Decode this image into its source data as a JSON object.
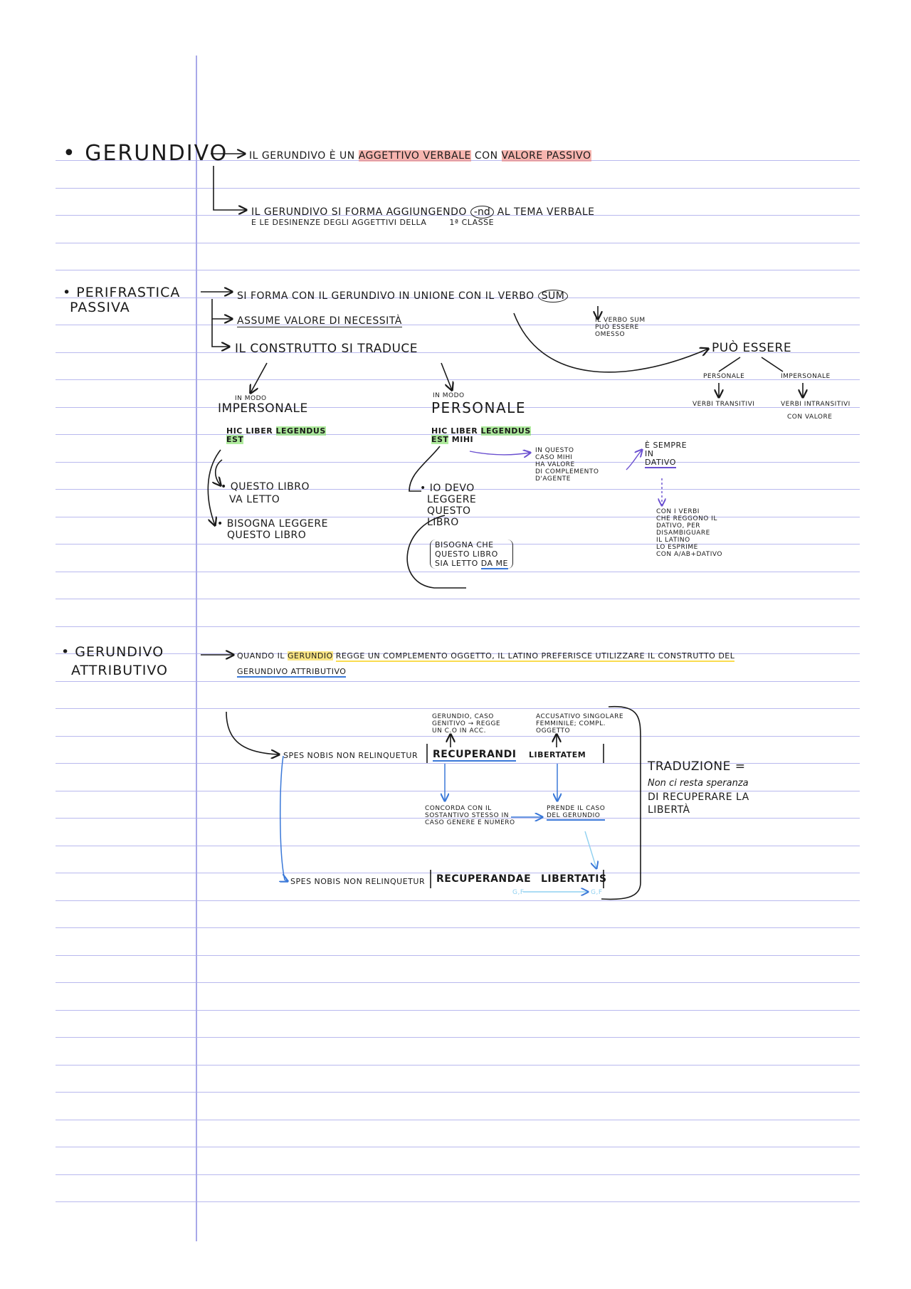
{
  "sections": {
    "gerundivo": {
      "title": "• GERUNDIVO",
      "line1_prefix": "IL GERUNDIVO È",
      "line1_un": "UN",
      "line1_hl1": "AGGETTIVO VERBALE",
      "line1_con": "CON",
      "line1_hl2": "VALORE PASSIVO",
      "line2_prefix": "IL GERUNDIVO SI FORMA AGGIUNGENDO",
      "line2_nd": "-nd",
      "line2_suffix": "AL TEMA VERBALE",
      "line3": "E LE DESINENZE DEGLI AGGETTIVI DELLA",
      "line3_classe": "1ª CLASSE"
    },
    "perifrastica": {
      "title_1": "• PERIFRASTICA",
      "title_2": "PASSIVA",
      "line1": "SI FORMA CON IL GERUNDIVO IN UNIONE CON IL VERBO",
      "sum": "SUM",
      "line2": "ASSUME VALORE DI NECESSITÀ",
      "line3": "IL CONSTRUTTO SI TRADUCE",
      "sum_note": [
        "IL VERBO SUM",
        "PUÒ ESSERE",
        "OMESSO"
      ],
      "puo_essere": "PUÒ ESSERE",
      "personale_small": "PERSONALE",
      "impersonale_small": "IMPERSONALE",
      "verbi_transitivi": "VERBI TRANSITIVI",
      "verbi_intransitivi": "VERBI INTRANSITIVI",
      "con_valore": "CON VALORE",
      "in_modo_1": "IN MODO",
      "impersonale": "IMPERSONALE",
      "in_modo_2": "IN MODO",
      "personale": "PERSONALE",
      "hic_liber_1": "HIC LIBER",
      "legendus_1": "LEGENDUS",
      "est_1": "EST",
      "hic_liber_2": "HIC LIBER",
      "legendus_2": "LEGENDUS",
      "est_2": "EST",
      "mihi": "MIHI",
      "questo_libro": [
        "• QUESTO LIBRO",
        "VA LETTO"
      ],
      "bisogna": [
        "• BISOGNA LEGGERE",
        "QUESTO LIBRO"
      ],
      "io_devo": [
        "• IO DEVO",
        "LEGGERE",
        "QUESTO",
        "LIBRO"
      ],
      "bisogna_che": [
        "BISOGNA CHE",
        "QUESTO LIBRO",
        "SIA LETTO"
      ],
      "da_me": "DA ME",
      "mihi_note": [
        "IN QUESTO",
        "CASO MIHI",
        "HA VALORE",
        "DI COMPLEMENTO",
        "D'AGENTE"
      ],
      "sempre": [
        "È SEMPRE",
        "IN"
      ],
      "dativo": "DATIVO",
      "verbi_note": [
        "CON I VERBI",
        "CHE REGGONO IL",
        "DATIVO, PER",
        "DISAMBIGUARE",
        "IL LATINO",
        "LO ESPRIME",
        "CON A/AB+DATIVO"
      ]
    },
    "attributivo": {
      "title_1": "• GERUNDIVO",
      "title_2": "ATTRIBUTIVO",
      "line1_a": "QUANDO IL",
      "line1_hl": "GERUNDIO",
      "line1_b": "REGGE UN COMPLEMENTO OGGETTO, IL LATINO PREFERISCE UTILIZZARE IL CONSTRUTTO DEL",
      "line2": "GERUNDIVO ATTRIBUTIVO",
      "note_gerundio": [
        "GERUNDIO, CASO",
        "GENITIVO → REGGE",
        "UN C.O IN ACC."
      ],
      "note_accusativo": [
        "ACCUSATIVO SINGOLARE",
        "FEMMINILE; COMPL.",
        "OGGETTO"
      ],
      "spes_1": "SPES NOBIS NON RELINQUETUR",
      "recuperandi": "RECUPERANDI",
      "libertatem": "LIBERTATEM",
      "note_concorda": [
        "CONCORDA CON IL",
        "SOSTANTIVO STESSO IN",
        "CASO GENERE E NUMERO"
      ],
      "note_prende": [
        "PRENDE IL CASO",
        "DEL GERUNDIO"
      ],
      "spes_2": "SPES NOBIS NON RELINQUETUR",
      "recuperandae": "RECUPERANDAE",
      "libertatis": "LIBERTATIS",
      "gf_1": "G,F",
      "gf_2": "G,F",
      "traduzione": "TRADUZIONE =",
      "trad_line1": "Non ci resta speranza",
      "trad_line2": "DI RECUPERARE LA",
      "trad_line3": "LIBERTÀ"
    }
  },
  "colors": {
    "ink": "#1a1a1a",
    "ruled_line": "#b9b9ee",
    "margin_line": "#a9a9e8",
    "highlight_red": "#f0786e",
    "highlight_green": "#78dc5a",
    "highlight_yellow": "#fadc50",
    "pen_blue": "#3a78d8",
    "pen_purple": "#6a4fd0",
    "pen_lightblue": "#8fd0f0"
  }
}
